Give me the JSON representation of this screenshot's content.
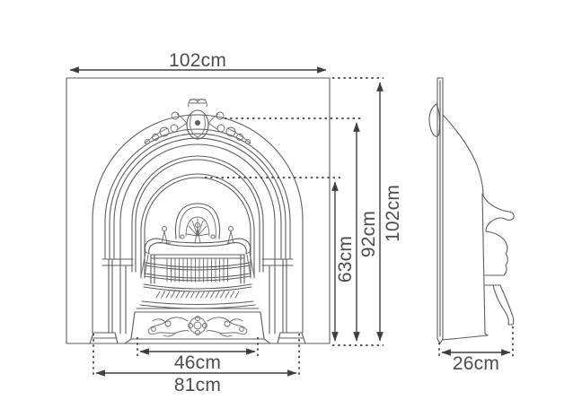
{
  "colors": {
    "background": "#ffffff",
    "artwork_line": "#5d5d5d",
    "dimension_line": "#3e3e3e",
    "label_text": "#4c4c4c"
  },
  "front_view": {
    "dimensions": {
      "top_width": {
        "label": "102cm"
      },
      "overall_height": {
        "label": "102cm"
      },
      "arch_height": {
        "label": "92cm"
      },
      "opening_height": {
        "label": "63cm"
      },
      "grate_width": {
        "label": "46cm"
      },
      "base_width": {
        "label": "81cm"
      }
    }
  },
  "side_view": {
    "dimensions": {
      "depth": {
        "label": "26cm"
      }
    }
  }
}
